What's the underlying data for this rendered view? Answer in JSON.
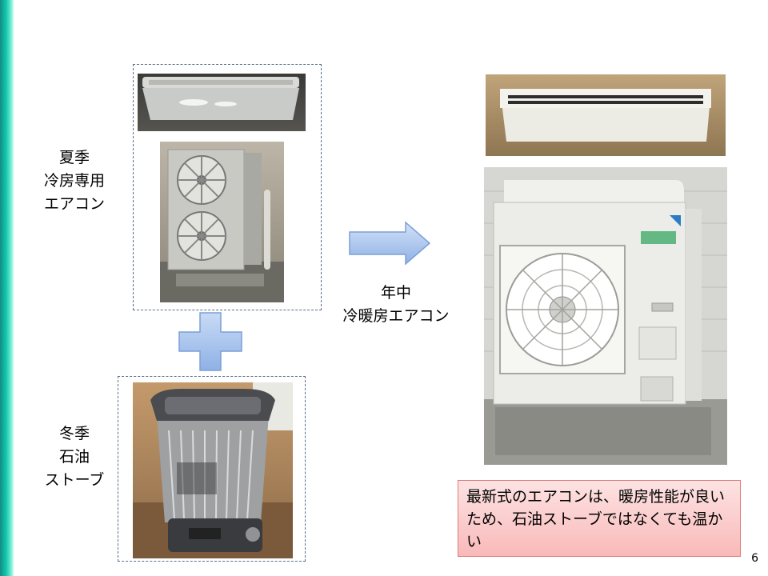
{
  "labels": {
    "summer": [
      "夏季",
      "冷房専用",
      "エアコン"
    ],
    "winter": [
      "冬季",
      "石油",
      "ストーブ"
    ],
    "yearround": [
      "年中",
      "冷暖房エアコン"
    ]
  },
  "note": "最新式のエアコンは、暖房性能が良いため、石油ストーブではなくても温かい",
  "page_number": "6",
  "colors": {
    "accent_bar": "#16c9b0",
    "shape_fill": "#a8c4ec",
    "note_fill": "#f9c2c2",
    "note_border": "#e07a7a"
  }
}
